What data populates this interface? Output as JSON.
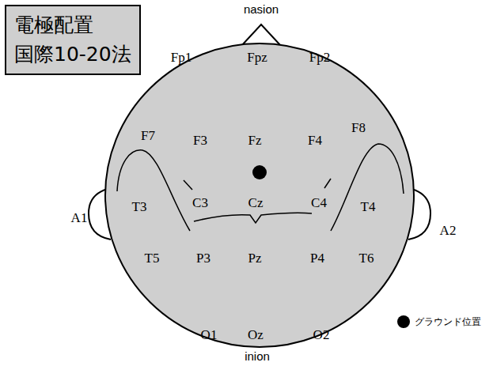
{
  "diagram": {
    "nodes": [
      {
        "text": [
          "電極配置",
          "国際10-20法"
        ]
      }
    ],
    "labels": [
      "nasion",
      "Fp1",
      "Fpz",
      "Fp2",
      "F7",
      "F3",
      "Fz",
      "F4",
      "F8",
      "A1",
      "T3",
      "C3",
      "Cz",
      "C4",
      "T4",
      "A2",
      "T5",
      "P3",
      "Pz",
      "P4",
      "T6",
      "O1",
      "Oz",
      "O2",
      "inion"
    ],
    "legend": [
      {
        "text": "グラウンド位置",
        "color": "#000000"
      }
    ]
  }
}
